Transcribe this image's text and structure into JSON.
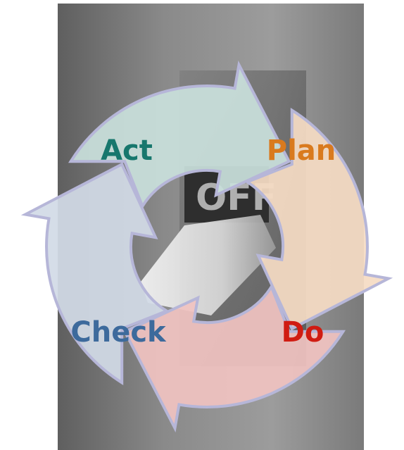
{
  "cycle": {
    "steps": [
      {
        "label": "Plan",
        "fill": "#f5dcc4",
        "text_color": "#d97a1e"
      },
      {
        "label": "Do",
        "fill": "#f0c3c1",
        "text_color": "#d01c12"
      },
      {
        "label": "Check",
        "fill": "#d2dae6",
        "text_color": "#3d6a9c"
      },
      {
        "label": "Act",
        "fill": "#c9e0dc",
        "text_color": "#17776d"
      }
    ],
    "arrow_outline_color": "#b6b6d8"
  },
  "background": {
    "switch_text": "OFF"
  }
}
